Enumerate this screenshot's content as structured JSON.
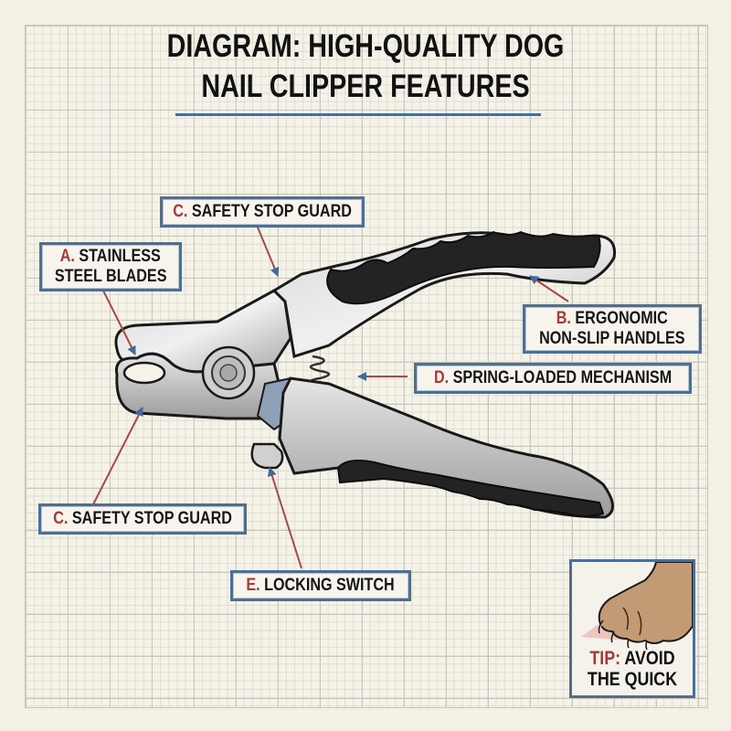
{
  "title": {
    "line1": "DIAGRAM: HIGH-QUALITY DOG",
    "line2": "NAIL CLIPPER FEATURES",
    "underline_color": "#4a6f96"
  },
  "colors": {
    "label_border": "#4d6f93",
    "letter_accent": "#a53a36",
    "arrow_line": "#a54a44",
    "arrow_head": "#3f6a99",
    "handle_grip": "#222222",
    "steel": "#c9c9c9",
    "background": "#f5f2e8"
  },
  "labels": {
    "a": {
      "letter": "A.",
      "line1": "STAINLESS",
      "line2": "STEEL BLADES"
    },
    "b": {
      "letter": "B.",
      "line1": "ERGONOMIC",
      "line2": "NON-SLIP HANDLES"
    },
    "c_top": {
      "letter": "C.",
      "text": "SAFETY STOP GUARD"
    },
    "c_bottom": {
      "letter": "C.",
      "text": "SAFETY STOP GUARD"
    },
    "d": {
      "letter": "D.",
      "text": "SPRING-LOADED MECHANISM"
    },
    "e": {
      "letter": "E.",
      "text": "LOCKING SWITCH"
    }
  },
  "tip": {
    "prefix": "TIP:",
    "line1_rest": "AVOID",
    "line2": "THE QUICK",
    "icon": "dog-paw-icon"
  }
}
